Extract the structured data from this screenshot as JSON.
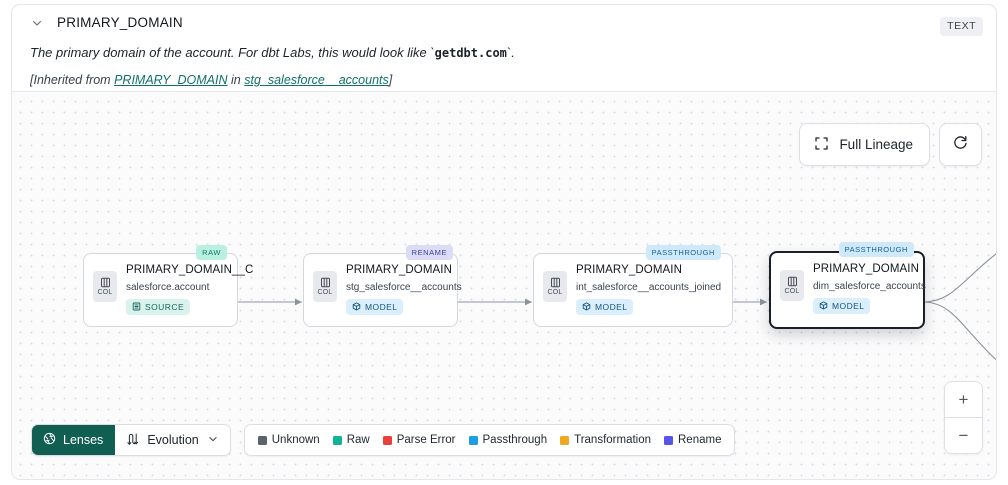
{
  "header": {
    "title": "PRIMARY_DOMAIN",
    "collapse_icon": "chevron-down-icon",
    "type_badge": "TEXT",
    "description_pre": "The primary domain of the account. For dbt Labs, this would look like `",
    "description_code": "getdbt.com",
    "description_post": "`.",
    "inherit_pre": "[Inherited from ",
    "inherit_link_1": "PRIMARY_DOMAIN",
    "inherit_mid": " in ",
    "inherit_link_2": "stg_salesforce__accounts",
    "inherit_post": "]"
  },
  "canvas_toolbar": {
    "full_lineage_label": "Full Lineage",
    "full_lineage_icon": "expand-icon",
    "refresh_icon": "refresh-icon",
    "zoom_in_label": "+",
    "zoom_out_label": "−"
  },
  "lineage": {
    "nodes": [
      {
        "tag": "RAW",
        "tag_kind": "raw",
        "col_label": "COL",
        "name": "PRIMARY_DOMAIN__C",
        "subtitle": "salesforce.account",
        "kind_label": "SOURCE",
        "kind_class": "source",
        "kind_icon": "database-icon",
        "selected": false
      },
      {
        "tag": "RENAME",
        "tag_kind": "rename",
        "col_label": "COL",
        "name": "PRIMARY_DOMAIN",
        "subtitle": "stg_salesforce__accounts",
        "kind_label": "MODEL",
        "kind_class": "model",
        "kind_icon": "cube-icon",
        "selected": false
      },
      {
        "tag": "PASSTHROUGH",
        "tag_kind": "passthrough",
        "col_label": "COL",
        "name": "PRIMARY_DOMAIN",
        "subtitle": "int_salesforce__accounts_joined",
        "kind_label": "MODEL",
        "kind_class": "model",
        "kind_icon": "cube-icon",
        "selected": false
      },
      {
        "tag": "PASSTHROUGH",
        "tag_kind": "passthrough",
        "col_label": "COL",
        "name": "PRIMARY_DOMAIN",
        "subtitle": "dim_salesforce_accounts",
        "kind_label": "MODEL",
        "kind_class": "model",
        "kind_icon": "cube-icon",
        "selected": true
      }
    ]
  },
  "bottom_bar": {
    "lenses_label": "Lenses",
    "lenses_icon": "aperture-icon",
    "evolution_label": "Evolution",
    "evolution_icon": "evolution-arrows-icon",
    "evolution_caret": "chevron-down-icon",
    "legend": [
      {
        "label": "Unknown",
        "color": "#5b636e"
      },
      {
        "label": "Raw",
        "color": "#10b394"
      },
      {
        "label": "Parse Error",
        "color": "#e8413c"
      },
      {
        "label": "Passthrough",
        "color": "#1c9ee0"
      },
      {
        "label": "Transformation",
        "color": "#f0a820"
      },
      {
        "label": "Rename",
        "color": "#5755e8"
      }
    ]
  }
}
